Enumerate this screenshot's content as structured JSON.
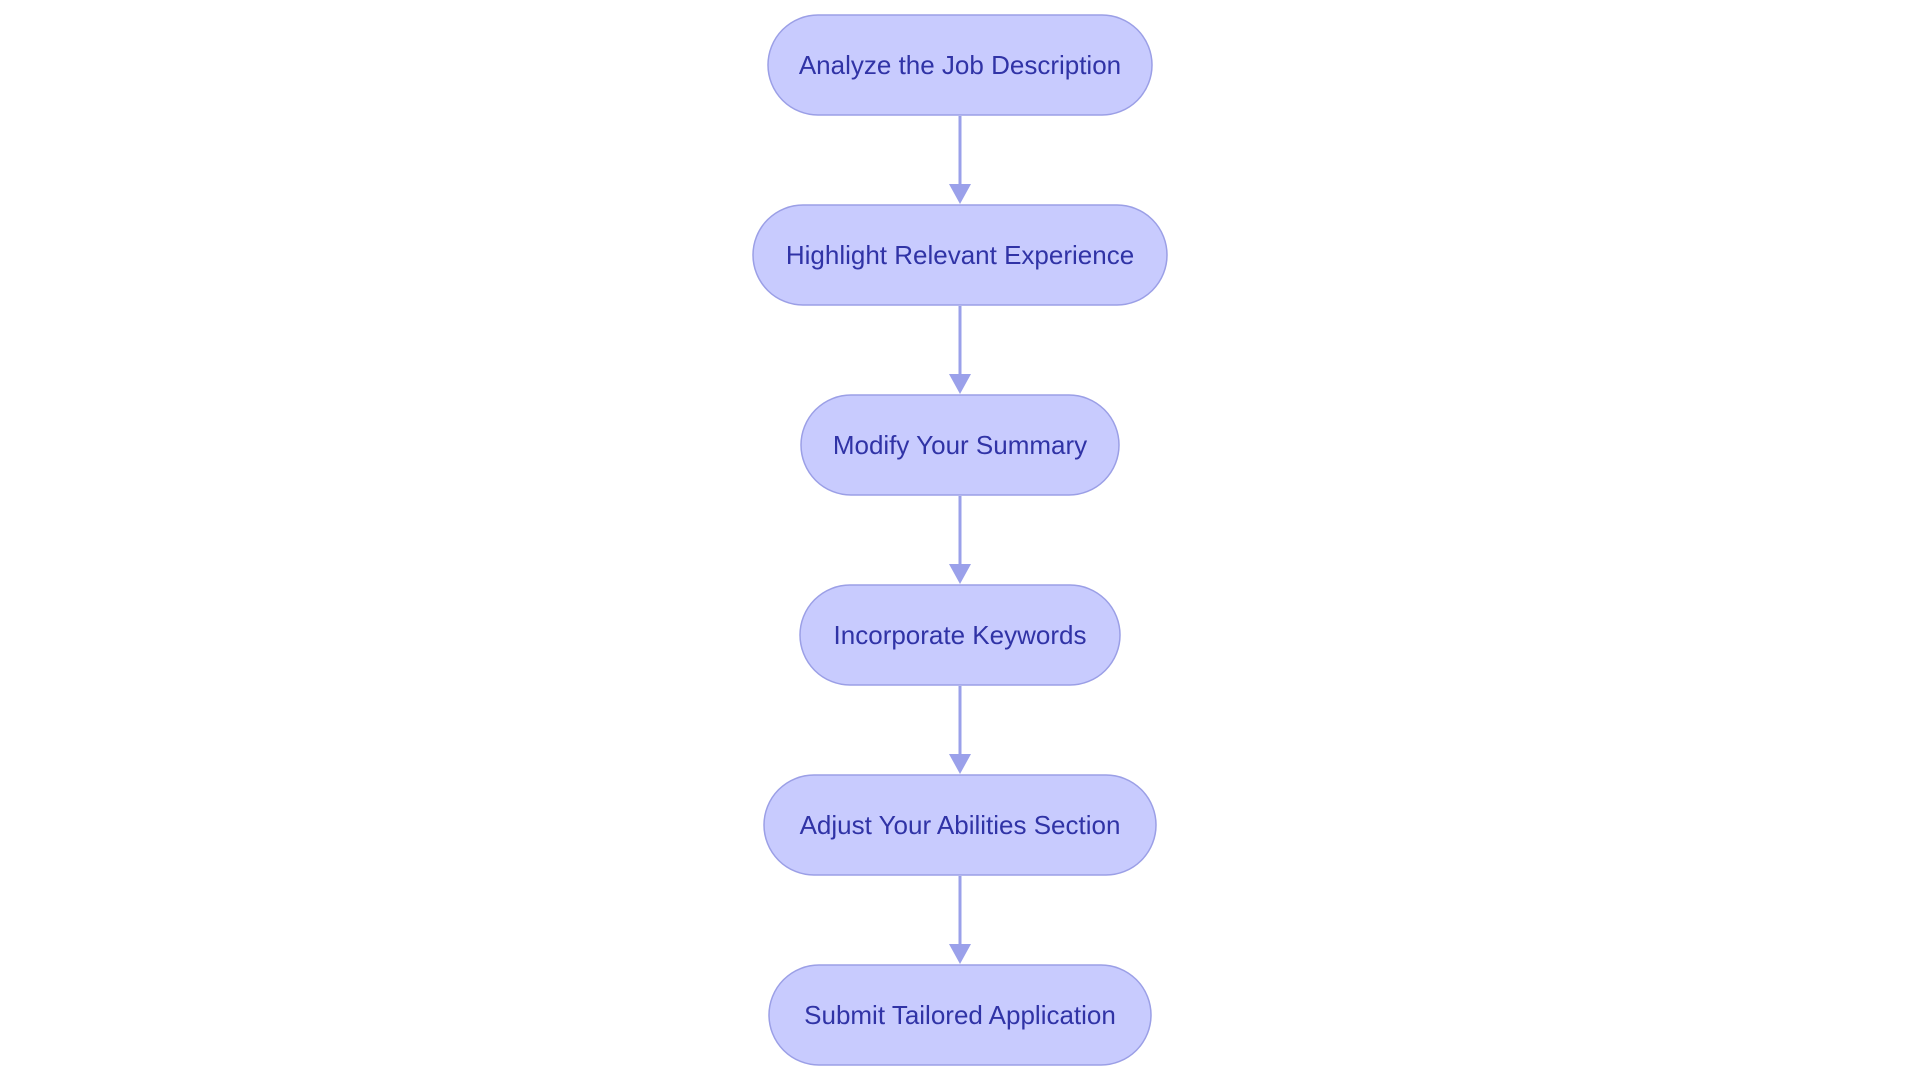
{
  "diagram": {
    "type": "vertical-flowchart",
    "colors": {
      "node_fill": "#c8cbfe",
      "node_stroke": "#9b9fe6",
      "node_text": "#3033a6",
      "connector": "#9aa0ea",
      "background": "#ffffff"
    },
    "steps": [
      {
        "label": "Analyze the Job Description"
      },
      {
        "label": "Highlight Relevant Experience"
      },
      {
        "label": "Modify Your Summary"
      },
      {
        "label": "Incorporate Keywords"
      },
      {
        "label": "Adjust Your Abilities Section"
      },
      {
        "label": "Submit Tailored Application"
      }
    ],
    "edges": [
      {
        "from": 0,
        "to": 1
      },
      {
        "from": 1,
        "to": 2
      },
      {
        "from": 2,
        "to": 3
      },
      {
        "from": 3,
        "to": 4
      },
      {
        "from": 4,
        "to": 5
      }
    ]
  }
}
